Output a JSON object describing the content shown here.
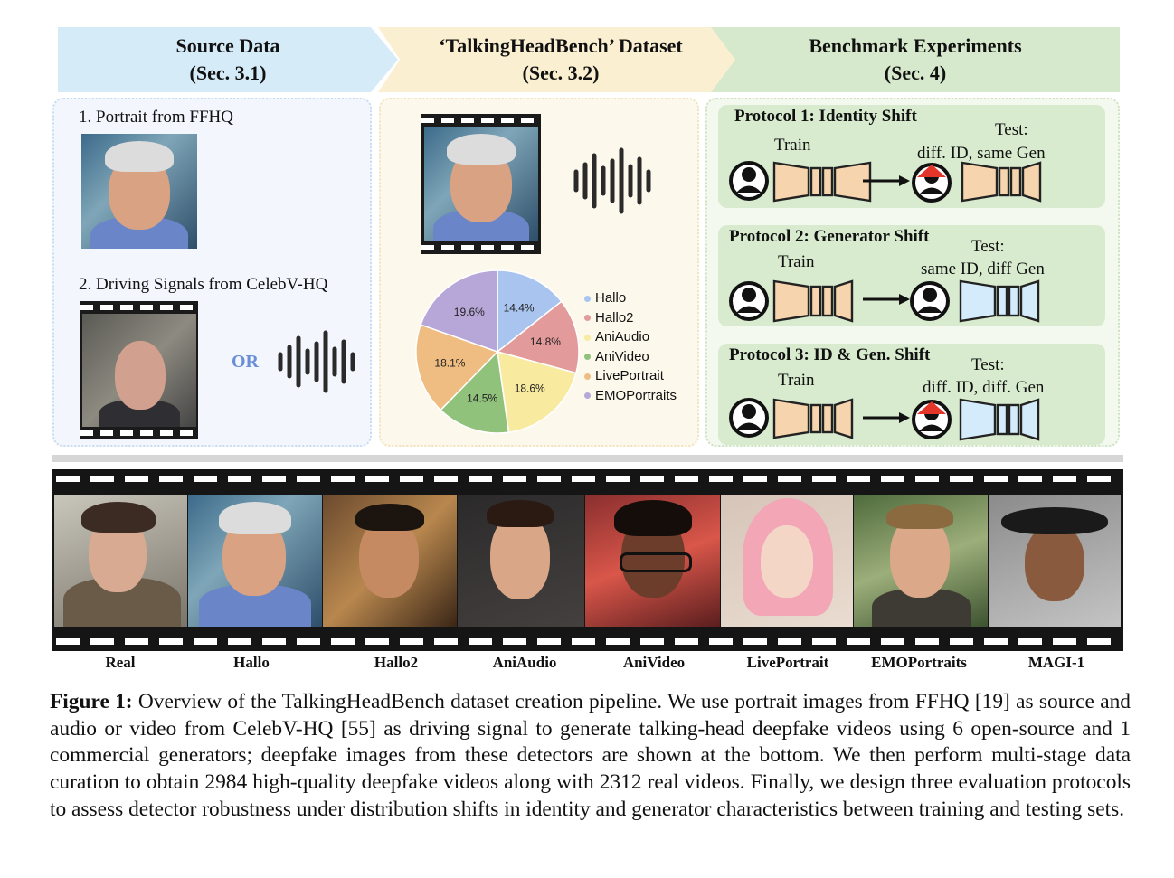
{
  "header": {
    "source_title": "Source Data",
    "source_sec": "(Sec. 3.1)",
    "dataset_title": "‘TalkingHeadBench’ Dataset",
    "dataset_sec": "(Sec. 3.2)",
    "bench_title": "Benchmark Experiments",
    "bench_sec": "(Sec. 4)"
  },
  "source": {
    "step1": "1. Portrait from FFHQ",
    "step2": "2. Driving Signals from CelebV-HQ",
    "or": "OR"
  },
  "chart_data": {
    "type": "pie",
    "categories": [
      "Hallo",
      "Hallo2",
      "AniAudio",
      "AniVideo",
      "LivePortrait",
      "EMOPortraits"
    ],
    "values": [
      14.4,
      14.8,
      18.6,
      14.5,
      18.1,
      19.6
    ],
    "labels": [
      "14.4%",
      "14.8%",
      "18.6%",
      "14.5%",
      "18.1%",
      "19.6%"
    ],
    "colors": [
      "#a9c4ee",
      "#e39a9a",
      "#f8eba0",
      "#91c27c",
      "#efbd82",
      "#b7a7d8"
    ],
    "title": "",
    "legend_position": "right"
  },
  "protocols": [
    {
      "title": "Protocol 1: Identity Shift",
      "train": "Train",
      "test_label": "Test:",
      "test_desc": "diff. ID, same Gen"
    },
    {
      "title": "Protocol 2: Generator Shift",
      "train": "Train",
      "test_label": "Test:",
      "test_desc": "same ID, diff Gen"
    },
    {
      "title": "Protocol 3: ID & Gen. Shift",
      "train": "Train",
      "test_label": "Test:",
      "test_desc": "diff. ID, diff. Gen"
    }
  ],
  "frames": [
    "Real",
    "Hallo",
    "Hallo2",
    "AniAudio",
    "AniVideo",
    "LivePortrait",
    "EMOPortraits",
    "MAGI-1"
  ],
  "caption": {
    "label": "Figure 1:",
    "text": " Overview of the TalkingHeadBench dataset creation pipeline. We use portrait images from FFHQ [19] as source and audio or video from CelebV-HQ [55] as driving signal to generate talking-head deepfake videos using 6 open-source and 1 commercial generators; deepfake images from these detectors are shown at the bottom. We then perform multi-stage data curation to obtain 2984 high-quality deepfake videos along with 2312 real videos. Finally, we design three evaluation protocols to assess detector robustness under distribution shifts in identity and generator characteristics between training and testing sets."
  },
  "colors": {
    "source_bg": "#d6ebf8",
    "dataset_bg": "#fbefd1",
    "bench_bg": "#d6e9cd",
    "protocol_bg": "#d8ebcf",
    "train_model": "#f6d4ad",
    "test_model_blue": "#d4ebfb",
    "or_text": "#6a8fd8"
  }
}
